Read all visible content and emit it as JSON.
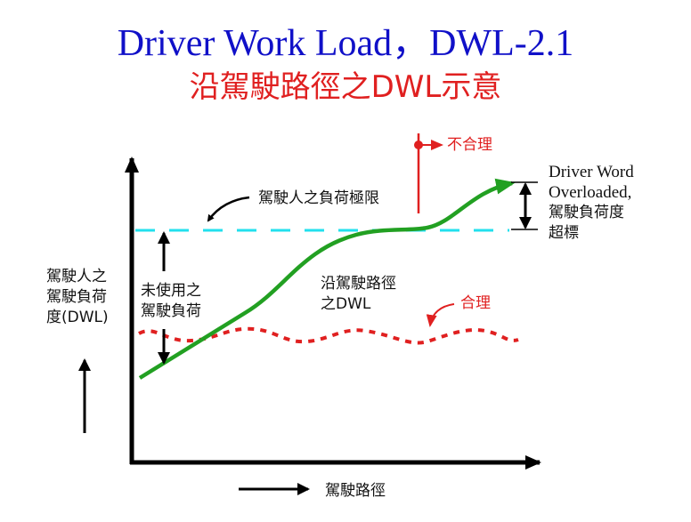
{
  "title": "Driver Work Load，DWL-2.1",
  "subtitle": "沿駕駛路徑之DWL示意",
  "labels": {
    "y_axis": [
      "駕駛人之",
      "駕駛負荷",
      "度(DWL)"
    ],
    "x_axis": "駕駛路徑",
    "limit": "駕駛人之負荷極限",
    "unused": [
      "未使用之",
      "駕駛負荷"
    ],
    "curve": [
      "沿駕駛路徑",
      "之DWL"
    ],
    "unreasonable": "不合理",
    "reasonable": "合理",
    "overload": [
      "Driver Word",
      "Overloaded,",
      "駕駛負荷度",
      "超標"
    ]
  },
  "colors": {
    "title": "#1010c8",
    "subtitle": "#e02020",
    "limit_line": "#22e0ee",
    "dwl_curve": "#22a022",
    "reasonable": "#e02020"
  }
}
